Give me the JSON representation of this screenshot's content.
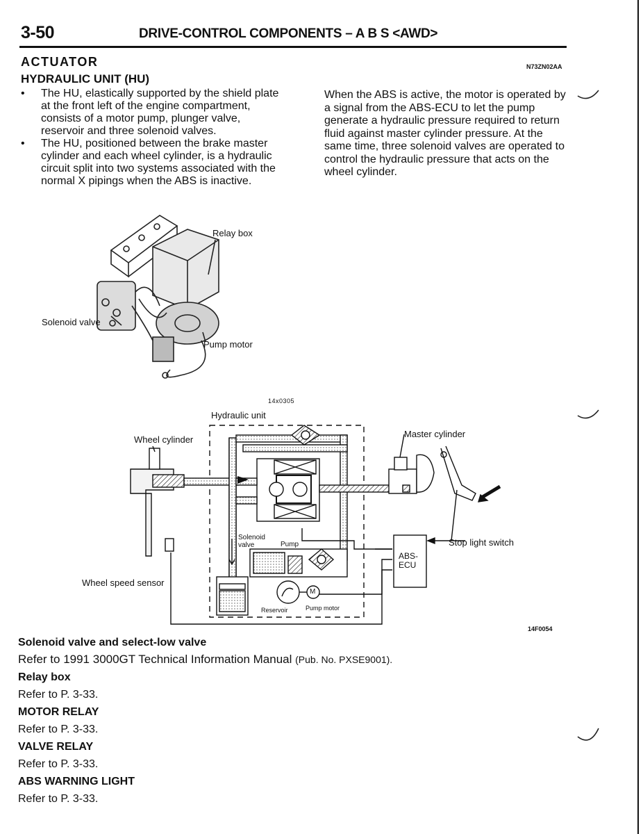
{
  "header": {
    "page_number": "3-50",
    "title": "DRIVE-CONTROL COMPONENTS – A B S <AWD>"
  },
  "section": {
    "title": "ACTUATOR",
    "code": "N73ZN02AA",
    "subtitle": "HYDRAULIC UNIT (HU)"
  },
  "bullets": [
    "The HU, elastically supported by the shield plate at the front left of the engine compartment, consists of a motor pump, plunger valve, reservoir and three solenoid valves.",
    "The HU, positioned between the brake master cylinder and each wheel cylinder, is a hydraulic circuit split into two systems associated with the normal X pipings when the ABS is inactive."
  ],
  "right_paragraph": "When the ABS is active, the motor is operated by a signal from the ABS-ECU to let the pump generate a hydraulic pressure required to return fluid against master cylinder pressure. At the same time, three solenoid valves are operated to control the hydraulic pressure that acts on the wheel cylinder.",
  "figure1": {
    "labels": {
      "relay_box": "Relay box",
      "solenoid_valve": "Solenoid valve",
      "pump_motor": "Pump motor"
    },
    "figure_number": "14x0305"
  },
  "figure2": {
    "labels": {
      "hydraulic_unit": "Hydraulic unit",
      "wheel_cylinder": "Wheel cylinder",
      "master_cylinder": "Master cylinder",
      "stop_light_switch": "Stop light switch",
      "abs_ecu_line1": "ABS-",
      "abs_ecu_line2": "ECU",
      "wheel_speed_sensor": "Wheel speed sensor",
      "solenoid_line1": "Solenoid",
      "solenoid_line2": "valve",
      "pump": "Pump",
      "reservoir": "Reservoir",
      "pump_motor": "Pump motor",
      "motor_symbol": "M"
    },
    "figure_number": "14F0054"
  },
  "bottom": [
    {
      "heading": "Solenoid valve and select-low valve",
      "text": "Refer to 1991 3000GT Technical Information Manual",
      "suffix": "(Pub. No. PXSE9001)."
    },
    {
      "heading": "Relay box",
      "text": "Refer to P. 3-33."
    },
    {
      "heading": "MOTOR RELAY",
      "text": "Refer to P. 3-33."
    },
    {
      "heading": "VALVE RELAY",
      "text": "Refer to P. 3-33."
    },
    {
      "heading": "ABS WARNING LIGHT",
      "text": "Refer to P. 3-33."
    }
  ]
}
